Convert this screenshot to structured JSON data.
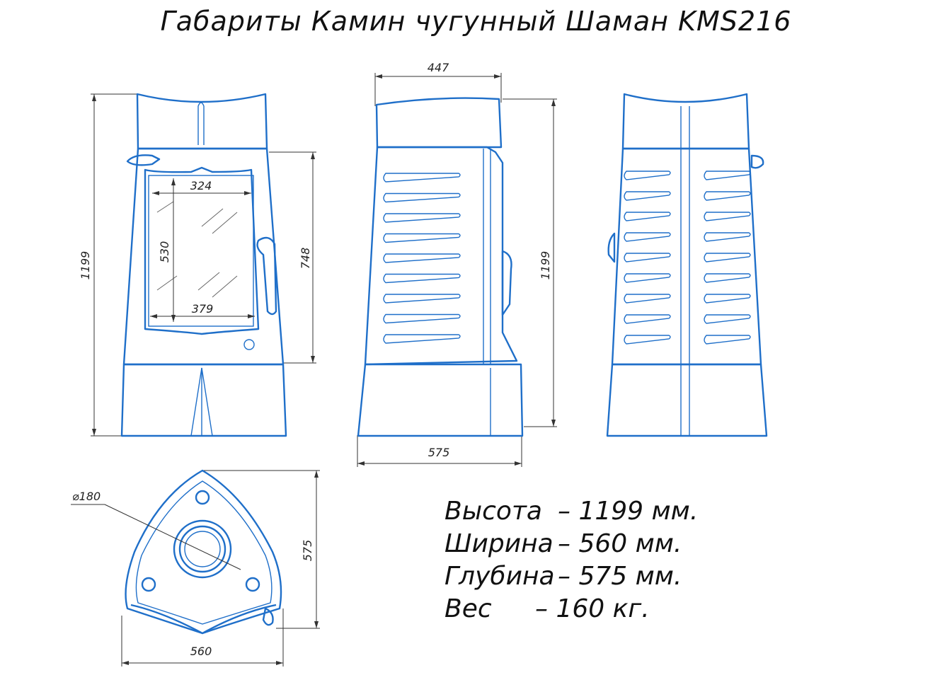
{
  "title": "Габариты Камин чугунный Шаман KMS216",
  "dimensions": {
    "front_height": "1199",
    "door_height": "748",
    "glass_top_width": "324",
    "glass_height": "530",
    "glass_bottom_width": "379",
    "side_top_width": "447",
    "side_height": "1199",
    "side_bottom_width": "575",
    "top_diameter": "⌀180",
    "top_depth": "575",
    "top_width": "560"
  },
  "specs": [
    {
      "label": "Высота",
      "value": "– 1199 мм."
    },
    {
      "label": "Ширина",
      "value": "– 560 мм."
    },
    {
      "label": "Глубина",
      "value": "– 575 мм."
    },
    {
      "label": "Вес",
      "value": "– 160 кг."
    }
  ],
  "colors": {
    "outline": "#1f6fc9",
    "dimension": "#333333"
  }
}
